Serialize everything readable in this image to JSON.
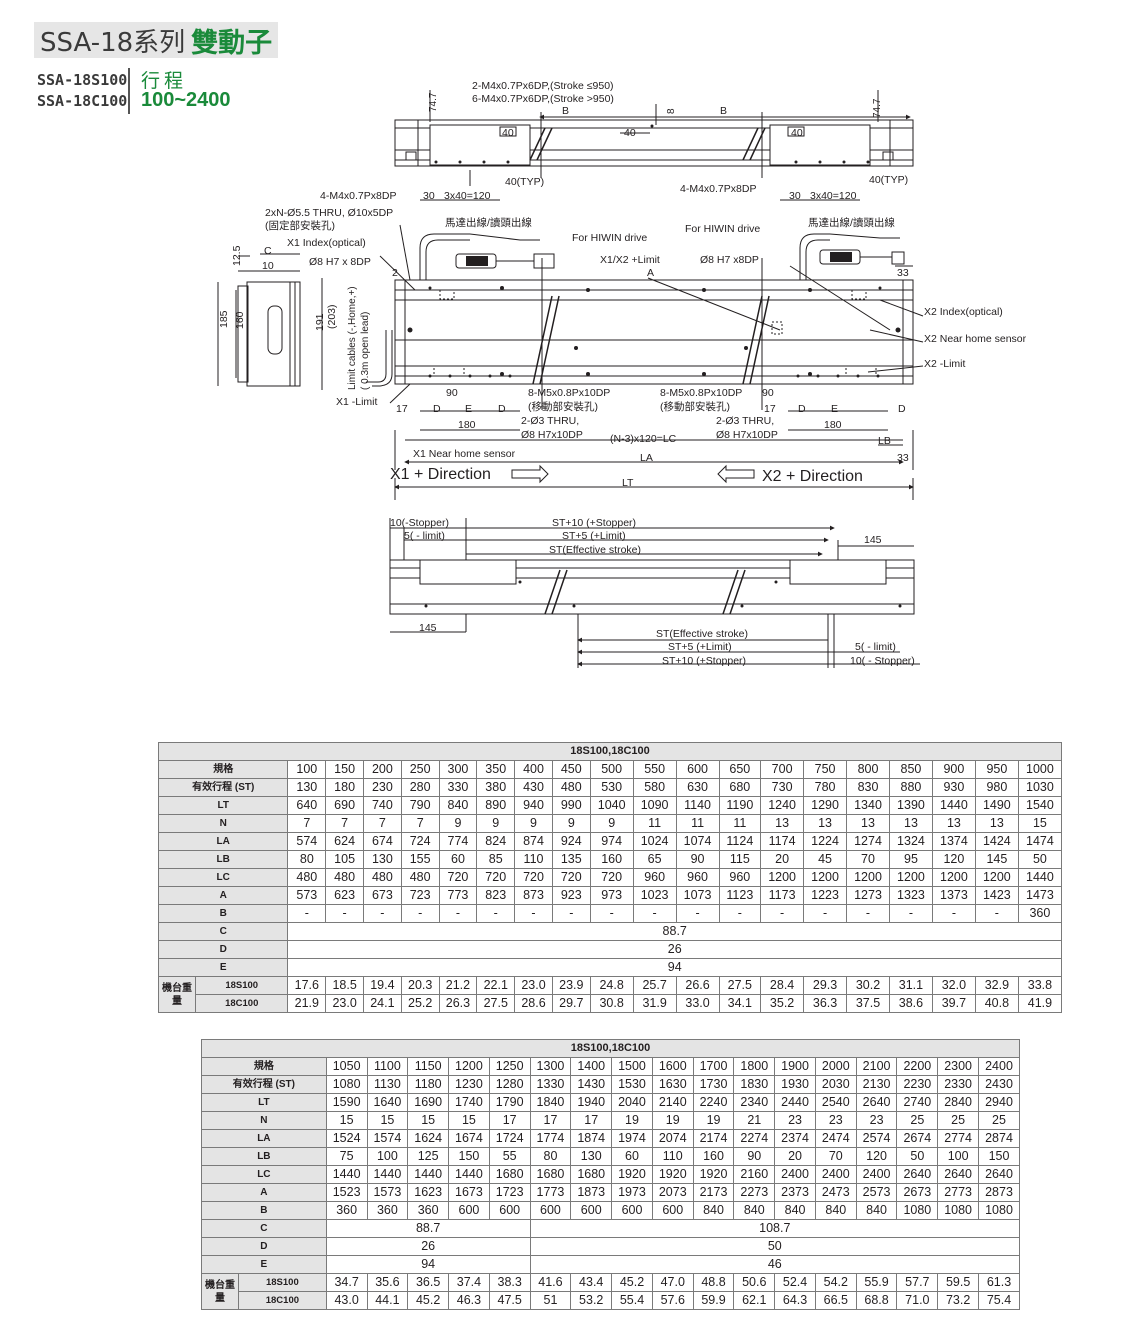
{
  "header": {
    "title_main": "SSA-18系列",
    "title_accent": "雙動子",
    "models": [
      "SSA-18S100",
      "SSA-18C100"
    ],
    "stroke_label": "行程",
    "stroke_range": "100~2400"
  },
  "drawing": {
    "top_view": {
      "dim_74_7": "74.7",
      "note_stroke_le": "2-M4x0.7Px6DP,(Stroke ≤950)",
      "note_stroke_gt": "6-M4x0.7Px6DP,(Stroke >950)",
      "dim_B": "B",
      "dim_40": "40",
      "dim_8": "8",
      "dim_40_typ": "40(TYP)",
      "note_m4_left": "4-M4x0.7Px8DP",
      "note_m4_right": "4-M4x0.7Px8DP",
      "dim_30": "30",
      "dim_3x40": "3x40=120"
    },
    "front_view": {
      "note_thru": "2xN-Ø5.5 THRU, Ø10x5DP",
      "note_fixing": "(固定部安裝孔)",
      "note_motor_cable": "馬達出線/讀頭出線",
      "note_hiwin": "For HIWIN drive",
      "note_x1_index": "X1 Index(optical)",
      "note_x2_index": "X2 Index(optical)",
      "note_pin_left": "Ø8 H7 x 8DP",
      "note_pin_right": "Ø8 H7 x8DP",
      "note_limit_plus": "X1/X2 +Limit",
      "dim_A": "A",
      "dim_C": "C",
      "dim_10": "10",
      "dim_12_5": "12.5",
      "dim_2": "2",
      "dim_33": "33",
      "dim_185": "185",
      "dim_160": "160",
      "dim_191": "191",
      "dim_203": "(203)",
      "note_limit_cables": "Limit cables (-,Home,+)",
      "note_open_lead": "( 0.3m open lead)",
      "note_x1_limit": "X1 -Limit",
      "note_x2_near_home": "X2 Near home sensor",
      "note_x2_limit": "X2 -Limit",
      "note_x1_near_home": "X1 Near home sensor",
      "dim_90": "90",
      "dim_17": "17",
      "dim_D": "D",
      "dim_E": "E",
      "dim_180": "180",
      "note_m5": "8-M5x0.8Px10DP",
      "note_moving": "(移動部安裝孔)",
      "note_pin_thru": "2-Ø3 THRU,",
      "note_pin_h7": "Ø8 H7x10DP",
      "dim_LC": "(N-3)x120=LC",
      "dim_LA": "LA",
      "dim_LB": "LB",
      "dim_LT": "LT",
      "x1_direction": "X1 + Direction",
      "x2_direction": "X2 + Direction"
    },
    "stroke_view": {
      "stopper_minus": "10(-Stopper)",
      "limit_minus": "5( - limit)",
      "stopper_plus": "ST+10 (+Stopper)",
      "limit_plus": "ST+5 (+Limit)",
      "effective_stroke": "ST(Effective stroke)",
      "dim_145": "145",
      "limit_minus_r": "5( - limit)",
      "stopper_minus_r": "10( - Stopper)"
    }
  },
  "tables": [
    {
      "title": "18S100,18C100",
      "row_labels": [
        "規格",
        "有效行程 (ST)",
        "LT",
        "N",
        "LA",
        "LB",
        "LC",
        "A",
        "B"
      ],
      "rows": [
        [
          "100",
          "150",
          "200",
          "250",
          "300",
          "350",
          "400",
          "450",
          "500",
          "550",
          "600",
          "650",
          "700",
          "750",
          "800",
          "850",
          "900",
          "950",
          "1000"
        ],
        [
          "130",
          "180",
          "230",
          "280",
          "330",
          "380",
          "430",
          "480",
          "530",
          "580",
          "630",
          "680",
          "730",
          "780",
          "830",
          "880",
          "930",
          "980",
          "1030"
        ],
        [
          "640",
          "690",
          "740",
          "790",
          "840",
          "890",
          "940",
          "990",
          "1040",
          "1090",
          "1140",
          "1190",
          "1240",
          "1290",
          "1340",
          "1390",
          "1440",
          "1490",
          "1540"
        ],
        [
          "7",
          "7",
          "7",
          "7",
          "9",
          "9",
          "9",
          "9",
          "9",
          "11",
          "11",
          "11",
          "13",
          "13",
          "13",
          "13",
          "13",
          "13",
          "15"
        ],
        [
          "574",
          "624",
          "674",
          "724",
          "774",
          "824",
          "874",
          "924",
          "974",
          "1024",
          "1074",
          "1124",
          "1174",
          "1224",
          "1274",
          "1324",
          "1374",
          "1424",
          "1474"
        ],
        [
          "80",
          "105",
          "130",
          "155",
          "60",
          "85",
          "110",
          "135",
          "160",
          "65",
          "90",
          "115",
          "20",
          "45",
          "70",
          "95",
          "120",
          "145",
          "50"
        ],
        [
          "480",
          "480",
          "480",
          "480",
          "720",
          "720",
          "720",
          "720",
          "720",
          "960",
          "960",
          "960",
          "1200",
          "1200",
          "1200",
          "1200",
          "1200",
          "1200",
          "1440"
        ],
        [
          "573",
          "623",
          "673",
          "723",
          "773",
          "823",
          "873",
          "923",
          "973",
          "1023",
          "1073",
          "1123",
          "1173",
          "1223",
          "1273",
          "1323",
          "1373",
          "1423",
          "1473"
        ],
        [
          "-",
          "-",
          "-",
          "-",
          "-",
          "-",
          "-",
          "-",
          "-",
          "-",
          "-",
          "-",
          "-",
          "-",
          "-",
          "-",
          "-",
          "-",
          "360"
        ]
      ],
      "merged_rows": [
        {
          "label": "C",
          "segments": [
            {
              "span": 19,
              "value": "88.7"
            }
          ]
        },
        {
          "label": "D",
          "segments": [
            {
              "span": 19,
              "value": "26"
            }
          ]
        },
        {
          "label": "E",
          "segments": [
            {
              "span": 19,
              "value": "94"
            }
          ]
        }
      ],
      "weight_label": "機台重量",
      "weight_rows": [
        {
          "label": "18S100",
          "values": [
            "17.6",
            "18.5",
            "19.4",
            "20.3",
            "21.2",
            "22.1",
            "23.0",
            "23.9",
            "24.8",
            "25.7",
            "26.6",
            "27.5",
            "28.4",
            "29.3",
            "30.2",
            "31.1",
            "32.0",
            "32.9",
            "33.8"
          ]
        },
        {
          "label": "18C100",
          "values": [
            "21.9",
            "23.0",
            "24.1",
            "25.2",
            "26.3",
            "27.5",
            "28.6",
            "29.7",
            "30.8",
            "31.9",
            "33.0",
            "34.1",
            "35.2",
            "36.3",
            "37.5",
            "38.6",
            "39.7",
            "40.8",
            "41.9"
          ]
        }
      ]
    },
    {
      "title": "18S100,18C100",
      "row_labels": [
        "規格",
        "有效行程 (ST)",
        "LT",
        "N",
        "LA",
        "LB",
        "LC",
        "A",
        "B"
      ],
      "rows": [
        [
          "1050",
          "1100",
          "1150",
          "1200",
          "1250",
          "1300",
          "1400",
          "1500",
          "1600",
          "1700",
          "1800",
          "1900",
          "2000",
          "2100",
          "2200",
          "2300",
          "2400"
        ],
        [
          "1080",
          "1130",
          "1180",
          "1230",
          "1280",
          "1330",
          "1430",
          "1530",
          "1630",
          "1730",
          "1830",
          "1930",
          "2030",
          "2130",
          "2230",
          "2330",
          "2430"
        ],
        [
          "1590",
          "1640",
          "1690",
          "1740",
          "1790",
          "1840",
          "1940",
          "2040",
          "2140",
          "2240",
          "2340",
          "2440",
          "2540",
          "2640",
          "2740",
          "2840",
          "2940"
        ],
        [
          "15",
          "15",
          "15",
          "15",
          "17",
          "17",
          "17",
          "19",
          "19",
          "19",
          "21",
          "23",
          "23",
          "23",
          "25",
          "25",
          "25"
        ],
        [
          "1524",
          "1574",
          "1624",
          "1674",
          "1724",
          "1774",
          "1874",
          "1974",
          "2074",
          "2174",
          "2274",
          "2374",
          "2474",
          "2574",
          "2674",
          "2774",
          "2874"
        ],
        [
          "75",
          "100",
          "125",
          "150",
          "55",
          "80",
          "130",
          "60",
          "110",
          "160",
          "90",
          "20",
          "70",
          "120",
          "50",
          "100",
          "150"
        ],
        [
          "1440",
          "1440",
          "1440",
          "1440",
          "1680",
          "1680",
          "1680",
          "1920",
          "1920",
          "1920",
          "2160",
          "2400",
          "2400",
          "2400",
          "2640",
          "2640",
          "2640"
        ],
        [
          "1523",
          "1573",
          "1623",
          "1673",
          "1723",
          "1773",
          "1873",
          "1973",
          "2073",
          "2173",
          "2273",
          "2373",
          "2473",
          "2573",
          "2673",
          "2773",
          "2873"
        ],
        [
          "360",
          "360",
          "360",
          "600",
          "600",
          "600",
          "600",
          "600",
          "600",
          "840",
          "840",
          "840",
          "840",
          "840",
          "1080",
          "1080",
          "1080"
        ]
      ],
      "merged_rows": [
        {
          "label": "C",
          "segments": [
            {
              "span": 5,
              "value": "88.7"
            },
            {
              "span": 12,
              "value": "108.7"
            }
          ]
        },
        {
          "label": "D",
          "segments": [
            {
              "span": 5,
              "value": "26"
            },
            {
              "span": 12,
              "value": "50"
            }
          ]
        },
        {
          "label": "E",
          "segments": [
            {
              "span": 5,
              "value": "94"
            },
            {
              "span": 12,
              "value": "46"
            }
          ]
        }
      ],
      "weight_label": "機台重量",
      "weight_rows": [
        {
          "label": "18S100",
          "values": [
            "34.7",
            "35.6",
            "36.5",
            "37.4",
            "38.3",
            "41.6",
            "43.4",
            "45.2",
            "47.0",
            "48.8",
            "50.6",
            "52.4",
            "54.2",
            "55.9",
            "57.7",
            "59.5",
            "61.3"
          ]
        },
        {
          "label": "18C100",
          "values": [
            "43.0",
            "44.1",
            "45.2",
            "46.3",
            "47.5",
            "51",
            "53.2",
            "55.4",
            "57.6",
            "59.9",
            "62.1",
            "64.3",
            "66.5",
            "68.8",
            "71.0",
            "73.2",
            "75.4"
          ]
        }
      ]
    }
  ]
}
